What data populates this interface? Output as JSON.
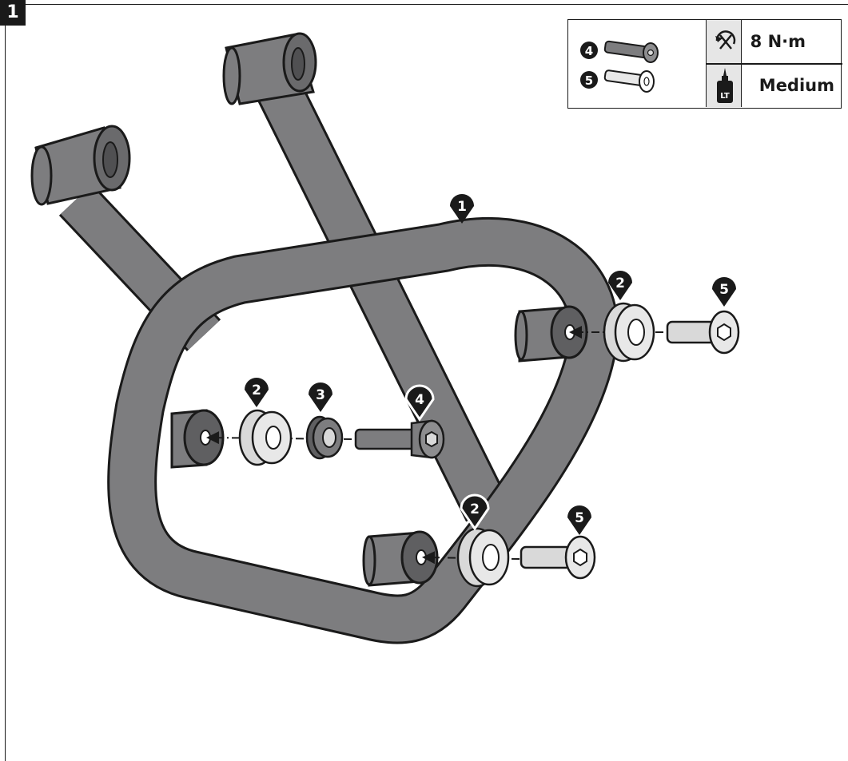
{
  "step": {
    "number": "1"
  },
  "spec_table": {
    "torque": "8 N·m",
    "threadlocker": "Medium",
    "threadlocker_icon_text": "LT",
    "parts": [
      {
        "callout": "4",
        "icon": "bolt-long-icon"
      },
      {
        "callout": "5",
        "icon": "bolt-flat-head-icon"
      }
    ]
  },
  "callouts": {
    "frame": "1",
    "washer_upper_right": "2",
    "bolt_upper_right": "5",
    "washer_left": "2",
    "spacer_left": "3",
    "bolt_left": "4",
    "washer_lower": "2",
    "bolt_lower": "5"
  },
  "colors": {
    "tube_fill": "#7d7d7f",
    "tube_stroke": "#1a1a1a",
    "hardware_fill": "#d9d9d9",
    "callout_fill": "#1a1a1a",
    "spec_panel_shade": "#e6e6e6"
  }
}
